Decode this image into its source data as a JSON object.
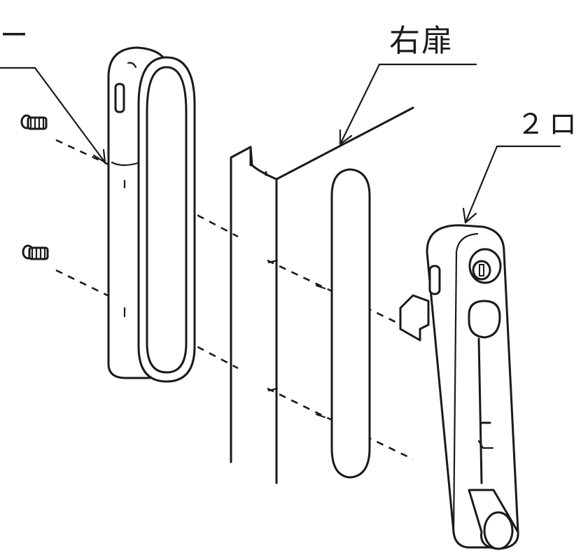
{
  "labels": {
    "right_door": "右扉",
    "two_lock": "２ロ",
    "left_cut": "ー"
  },
  "colors": {
    "line": "#1a1a1a",
    "background": "#ffffff"
  }
}
